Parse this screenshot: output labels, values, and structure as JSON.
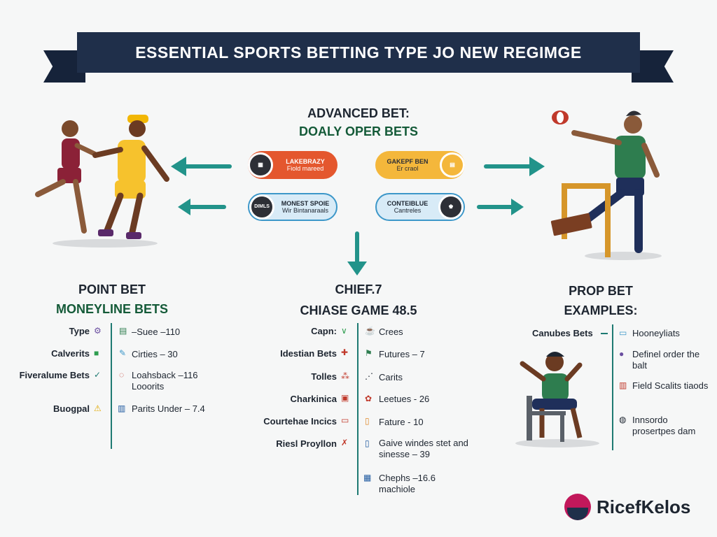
{
  "title": "ESSENTIAL SPORTS BETTING TYPE JO NEW REGIMGE",
  "center": {
    "heading1": "ADVANCED BET:",
    "heading2": "DOALY OPER BETS",
    "pills": [
      {
        "title": "LAKEBRAZY",
        "sub": "Fiold mareed",
        "color": "#e4572e"
      },
      {
        "title": "GAKEPF BEN",
        "sub": "Er craol",
        "color": "#f4b73b"
      },
      {
        "title": "MONEST SPOIE",
        "sub": "Wir Bintanaraals",
        "color": "#3c97c9",
        "circle": "DIMLS"
      },
      {
        "title": "CONTEIBLUE",
        "sub": "Cantreles",
        "color": "#3c97c9"
      }
    ]
  },
  "left": {
    "heading1": "POINT BET",
    "heading2": "MONEYLINE BETS",
    "rows": [
      {
        "label": "Type",
        "val": "–Suee –110"
      },
      {
        "label": "Calverits",
        "val": "Cirties – 30"
      },
      {
        "label": "Fiveralume Bets",
        "val": "Loahsback –116 Looorits"
      },
      {
        "label": "Buogpal",
        "val": "Parits Under – 7.4"
      }
    ]
  },
  "middle": {
    "heading1": "CHIEF.7",
    "heading2": "CHIASE GAME 48.5",
    "rows": [
      {
        "label": "Capn:",
        "val": "Crees"
      },
      {
        "label": "Idestian Bets",
        "val": "Futures – 7"
      },
      {
        "label": "Tolles",
        "val": "Carits"
      },
      {
        "label": "Charkinica",
        "val": "Leetues - 26"
      },
      {
        "label": "Courtehae Incics",
        "val": "Fature - 10"
      },
      {
        "label": "Riesl Proyllon",
        "val": "Gaive windes stet and sinesse – 39"
      },
      {
        "label": "",
        "val": "Chephs –16.6 machiole"
      }
    ]
  },
  "right": {
    "heading1": "PROP BET",
    "heading2": "EXAMPLES:",
    "label": "Canubes Bets",
    "rows": [
      {
        "val": "Hooneyliats"
      },
      {
        "val": "Definel order the balt"
      },
      {
        "val": "Field Scalits tiaods"
      },
      {
        "val": "Innsordo prosertpes dam"
      }
    ]
  },
  "brand": "RicefKelos"
}
